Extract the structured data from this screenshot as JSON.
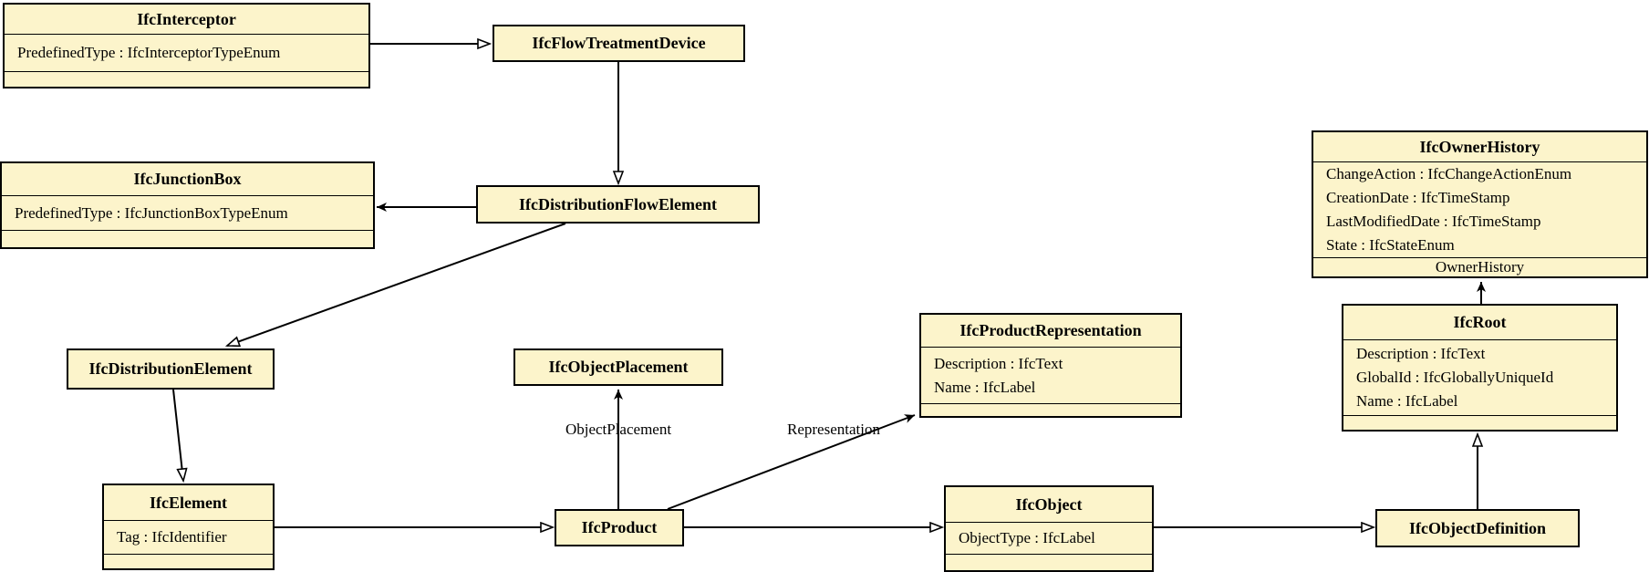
{
  "diagram": {
    "background": "#ffffff",
    "box_fill": "#FCF4CB",
    "box_border": "#000000",
    "line_color": "#000000"
  },
  "classes": [
    {
      "title": "IfcInterceptor",
      "attributes": [
        "PredefinedType : IfcInterceptorTypeEnum"
      ],
      "footer": ""
    },
    {
      "title": "IfcFlowTreatmentDevice"
    },
    {
      "title": "IfcJunctionBox",
      "attributes": [
        "PredefinedType : IfcJunctionBoxTypeEnum"
      ],
      "footer": ""
    },
    {
      "title": "IfcDistributionFlowElement"
    },
    {
      "title": "IfcDistributionElement"
    },
    {
      "title": "IfcElement",
      "attributes": [
        "Tag : IfcIdentifier"
      ],
      "footer": ""
    },
    {
      "title": "IfcObjectPlacement"
    },
    {
      "title": "IfcProduct"
    },
    {
      "title": "IfcProductRepresentation",
      "attributes": [
        "Description : IfcText",
        "Name : IfcLabel"
      ],
      "footer": ""
    },
    {
      "title": "IfcObject",
      "attributes": [
        "ObjectType : IfcLabel"
      ],
      "footer": ""
    },
    {
      "title": "IfcOwnerHistory",
      "attributes": [
        "ChangeAction : IfcChangeActionEnum",
        "CreationDate : IfcTimeStamp",
        "LastModifiedDate : IfcTimeStamp",
        "State : IfcStateEnum"
      ],
      "footer": "OwnerHistory"
    },
    {
      "title": "IfcRoot",
      "attributes": [
        "Description : IfcText",
        "GlobalId : IfcGloballyUniqueId",
        "Name : IfcLabel"
      ],
      "footer": ""
    },
    {
      "title": "IfcObjectDefinition"
    }
  ],
  "edge_labels": {
    "object_placement": "ObjectPlacement",
    "representation": "Representation"
  }
}
